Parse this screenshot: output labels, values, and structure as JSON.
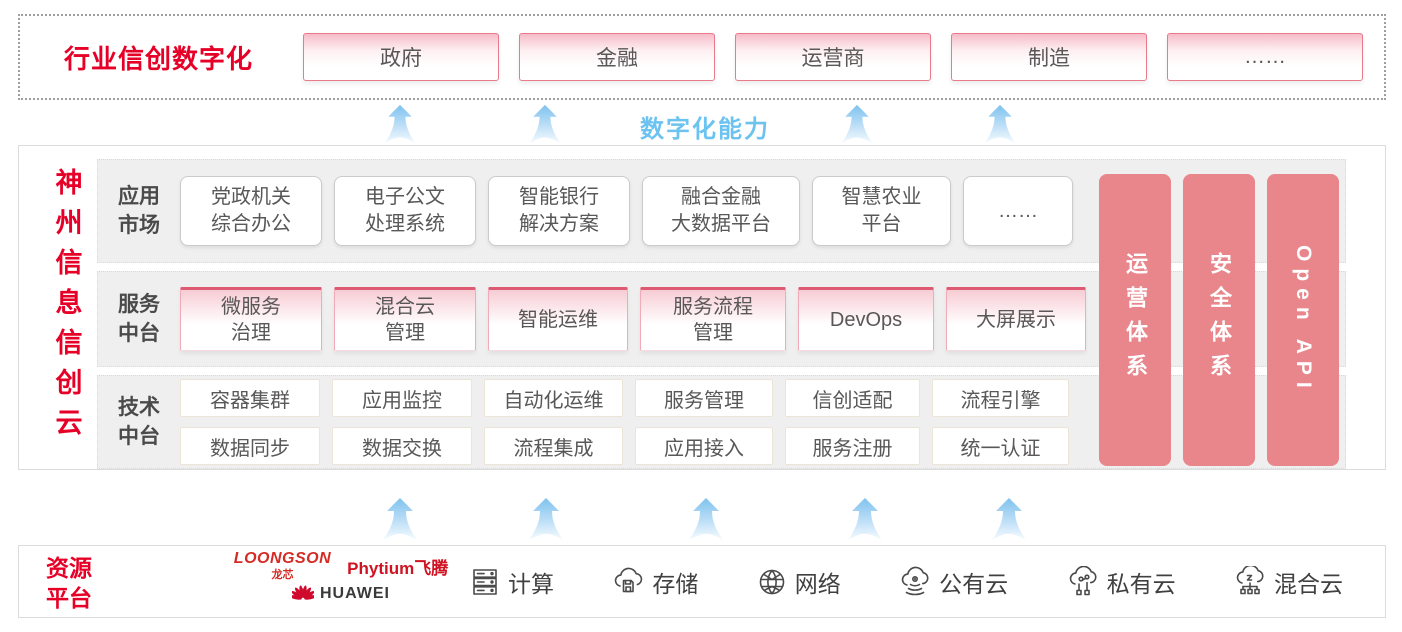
{
  "top_band": {
    "title": "行业信创数字化",
    "industries": [
      "政府",
      "金融",
      "运营商",
      "制造",
      "……"
    ]
  },
  "capability": {
    "label": "数字化能力"
  },
  "main": {
    "vertical_title": "神州信息信创云",
    "app_market": {
      "label": "应用\n市场",
      "items": [
        "党政机关\n综合办公",
        "电子公文\n处理系统",
        "智能银行\n解决方案",
        "融合金融\n大数据平台",
        "智慧农业\n平台",
        "……"
      ]
    },
    "service_platform": {
      "label": "服务\n中台",
      "items": [
        "微服务\n治理",
        "混合云\n管理",
        "智能运维",
        "服务流程\n管理",
        "DevOps",
        "大屏展示"
      ]
    },
    "tech_platform": {
      "label": "技术\n中台",
      "row1": [
        "容器集群",
        "应用监控",
        "自动化运维",
        "服务管理",
        "信创适配",
        "流程引擎"
      ],
      "row2": [
        "数据同步",
        "数据交换",
        "流程集成",
        "应用接入",
        "服务注册",
        "统一认证"
      ]
    },
    "pillars": [
      "运营体系",
      "安全体系",
      "Open API"
    ]
  },
  "resource": {
    "label": "资源\n平台",
    "vendors": {
      "loongson": {
        "name": "LOONGSON",
        "sub": "龙芯"
      },
      "phytium": {
        "name": "Phytium飞腾"
      },
      "huawei": {
        "name": "HUAWEI",
        "icon": "huawei-flower-icon"
      }
    },
    "items": [
      {
        "icon": "compute-server-icon",
        "label": "计算"
      },
      {
        "icon": "storage-cloud-icon",
        "label": "存储"
      },
      {
        "icon": "network-globe-icon",
        "label": "网络"
      },
      {
        "icon": "public-cloud-icon",
        "label": "公有云"
      },
      {
        "icon": "private-cloud-icon",
        "label": "私有云"
      },
      {
        "icon": "hybrid-cloud-icon",
        "label": "混合云"
      }
    ]
  },
  "colors": {
    "brand_red": "#e60027",
    "pillar_pink": "#e9868c",
    "capability_blue": "#6cc3f0",
    "box_border_pink": "#dd5a72",
    "box_text_gray": "#595757",
    "row_bg_gray": "#efeff0"
  }
}
